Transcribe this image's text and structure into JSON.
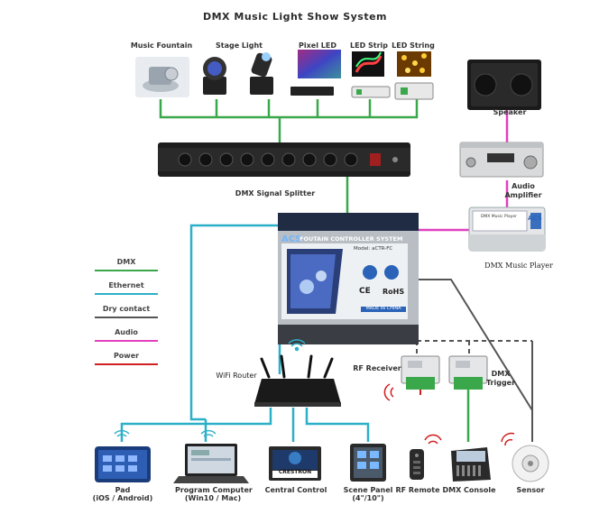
{
  "title": "DMX Music Light Show System",
  "devices": {
    "music_fountain": "Music Fountain",
    "stage_light": "Stage Light",
    "pixel_led": "Pixel LED",
    "led_strip": "LED Strip",
    "led_string": "LED String",
    "speaker": "Speaker",
    "audio_amplifier_1": "Audio",
    "audio_amplifier_2": "Amplifier",
    "dmx_splitter": "DMX Signal Splitter",
    "dmx_music_player": "DMX Music Player",
    "wifi_router": "WiFi Router",
    "rf_receiver": "RF Receiver",
    "dmx_trigger_1": "DMX",
    "dmx_trigger_2": "Trigger",
    "pad_1": "Pad",
    "pad_2": "(iOS / Android)",
    "program_computer_1": "Program Computer",
    "program_computer_2": "(Win10 / Mac)",
    "central_control": "Central Control",
    "scene_panel_1": "Scene Panel",
    "scene_panel_2": "(4\"/10\")",
    "rf_remote": "RF Remote",
    "dmx_console": "DMX Console",
    "sensor": "Sensor"
  },
  "controller": {
    "brand": "ACS",
    "name": "FOUTAIN CONTROLLER SYSTEM",
    "model": "Model: aCTR-FC",
    "ce": "CE",
    "rohs": "RoHS",
    "made_in": "MADE IN CHINA"
  },
  "player_brand": "ACS",
  "player_label": "DMX Music Player",
  "crestron": "CRESTRON",
  "legend": [
    {
      "label": "DMX",
      "color": "#3aa84a"
    },
    {
      "label": "Ethernet",
      "color": "#2bb0c8"
    },
    {
      "label": "Dry contact",
      "color": "#555555"
    },
    {
      "label": "Audio",
      "color": "#e040c0"
    },
    {
      "label": "Power",
      "color": "#d02020"
    }
  ]
}
